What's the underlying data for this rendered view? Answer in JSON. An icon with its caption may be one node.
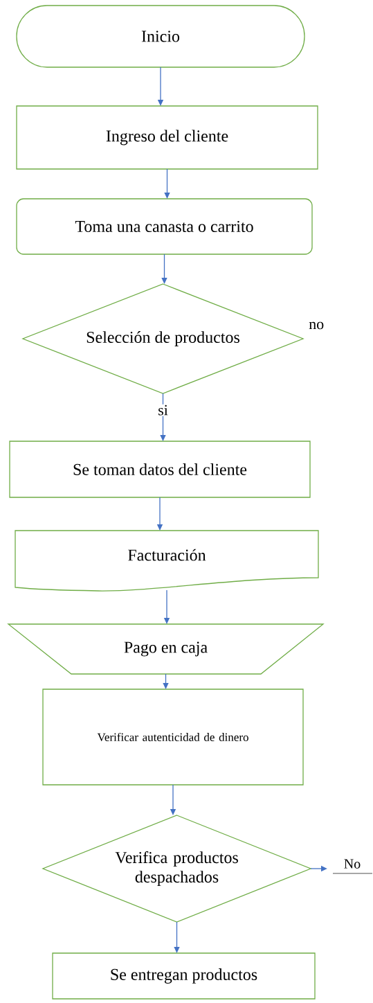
{
  "diagram": {
    "nodes": [
      {
        "text": [
          "Inicio"
        ]
      },
      {
        "text": [
          "Ingreso del cliente"
        ]
      },
      {
        "text": [
          "Toma una canasta o carrito"
        ]
      },
      {
        "text": [
          "Selección de productos"
        ]
      },
      {
        "text": [
          "Se toman datos del cliente"
        ]
      },
      {
        "text": [
          "Facturación"
        ]
      },
      {
        "text": [
          "Pago en caja"
        ]
      },
      {
        "text": [
          "Verificar autenticidad de dinero"
        ]
      },
      {
        "text": [
          "Verifica productos despachados"
        ]
      },
      {
        "text": [
          "Se entregan productos"
        ]
      }
    ],
    "edges": [
      {
        "from": 0,
        "to": 1,
        "arrow": "to"
      },
      {
        "from": 1,
        "to": 2,
        "arrow": "to"
      },
      {
        "from": 2,
        "to": 3,
        "arrow": "to"
      },
      {
        "from": 3,
        "to": 4,
        "arrow": "to",
        "label": "si"
      },
      {
        "from": 4,
        "to": 5,
        "arrow": "to"
      },
      {
        "from": 5,
        "to": 6,
        "arrow": "to"
      },
      {
        "from": 6,
        "to": 7,
        "arrow": "to"
      },
      {
        "from": 7,
        "to": 8,
        "arrow": "to"
      },
      {
        "from": 8,
        "to": 9,
        "arrow": "to"
      },
      {
        "from": 8,
        "to": null,
        "arrow": "to"
      }
    ],
    "labels": [
      "no",
      "No"
    ]
  }
}
